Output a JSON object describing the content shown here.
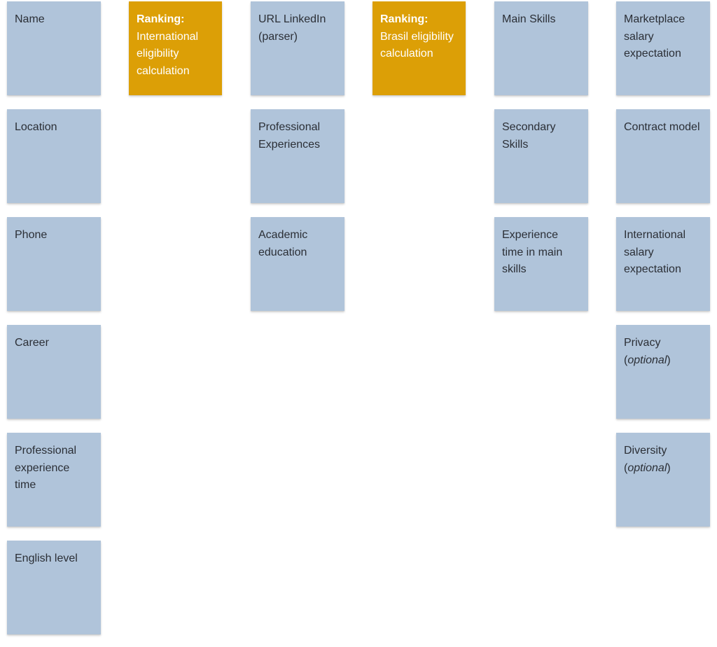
{
  "notes": {
    "name": "Name",
    "location": "Location",
    "phone": "Phone",
    "career": "Career",
    "professional_experience_time": "Professional experience time",
    "english_level": "English level",
    "ranking_international": {
      "heading": "Ranking:",
      "body": "International eligibility calculation"
    },
    "url_linkedin": "URL LinkedIn (parser)",
    "professional_experiences": "Professional Experiences",
    "academic_education": "Academic education",
    "ranking_brasil": {
      "heading": "Ranking:",
      "body": "Brasil eligibility calculation"
    },
    "main_skills": "Main Skills",
    "secondary_skills": "Secondary Skills",
    "experience_time_main_skills": "Experience time in main skills",
    "marketplace_salary_expectation": "Marketplace salary expectation",
    "contract_model": "Contract model",
    "international_salary_expectation": "International salary expectation",
    "privacy": {
      "label": "Privacy",
      "qualifier": "optional"
    },
    "diversity": {
      "label": "Diversity",
      "qualifier": "optional"
    }
  },
  "colors": {
    "note_default": "#b0c4da",
    "note_highlight": "#dc9f06",
    "text_default": "#2b2f36",
    "text_highlight": "#ffffff"
  }
}
